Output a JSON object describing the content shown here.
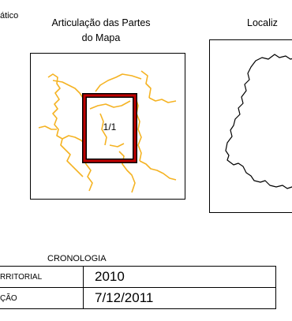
{
  "header": {
    "left_fragment": "ático",
    "articulation_title_line1": "Articulação das Partes",
    "articulation_title_line2": "do Mapa",
    "location_title_fragment": "Localiz"
  },
  "articulation_map": {
    "part_label": "1/1",
    "highlight_color": "#c00000",
    "boundary_color": "#f5b323"
  },
  "cronologia": {
    "title": "CRONOLOGIA",
    "rows": [
      {
        "label": "RRITORIAL",
        "value": "2010"
      },
      {
        "label": "ÇÃO",
        "value": "7/12/2011"
      }
    ]
  }
}
